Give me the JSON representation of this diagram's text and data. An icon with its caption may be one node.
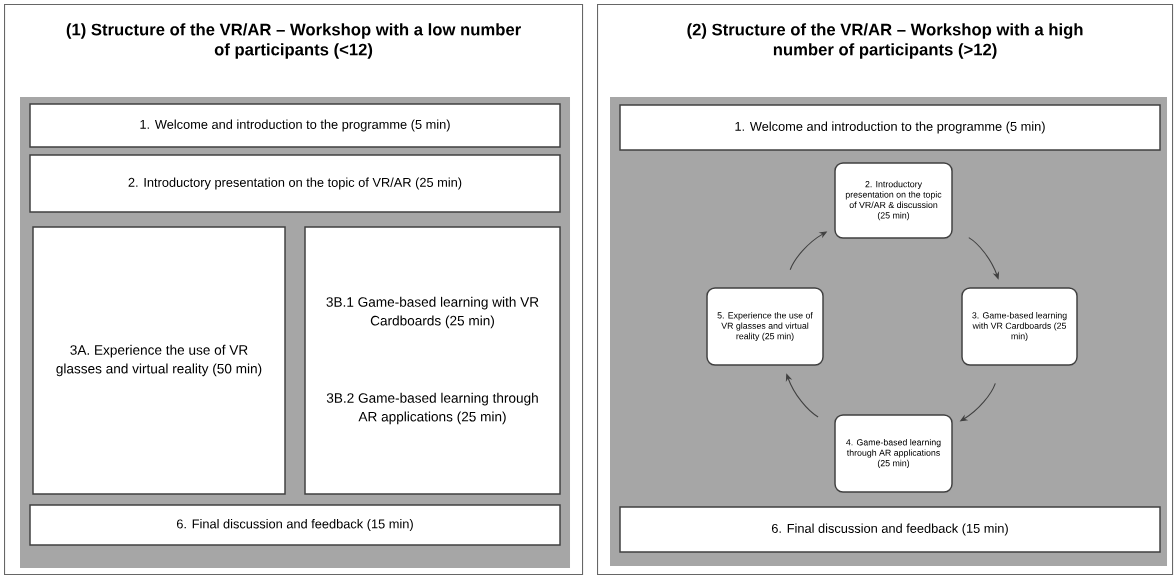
{
  "diagram": {
    "nodes": [
      {
        "text": [
          "(1) Structure of the VR/AR – Workshop with a low number of participants (<12)"
        ]
      },
      {
        "text": [
          "1. Welcome and introduction to the programme (5 min)"
        ],
        "in": 0
      },
      {
        "text": [
          "2. Introductory presentation on the topic of VR/AR (25 min)"
        ],
        "in": 0
      },
      {
        "text": [
          "3A. Experience the use of VR glasses and virtual reality (50 min)"
        ],
        "in": 0
      },
      {
        "text": [
          "3B.1 Game-based learning with VR Cardboards (25 min)",
          "3B.2 Game-based learning through AR applications (25 min)"
        ],
        "in": 0
      },
      {
        "text": [
          "6. Final discussion and feedback (15 min)"
        ],
        "in": 0
      },
      {
        "text": [
          "(2) Structure of the VR/AR – Workshop with a high number of participants (>12)"
        ]
      },
      {
        "text": [
          "1. Welcome and introduction to the programme (5 min)"
        ],
        "in": 6
      },
      {
        "text": [
          "2. Introductory presentation on the topic of VR/AR & discussion (25 min)"
        ],
        "in": 6
      },
      {
        "text": [
          "3. Game-based learning with VR Cardboards (25 min)"
        ],
        "in": 6
      },
      {
        "text": [
          "4. Game-based learning through AR applications (25 min)"
        ],
        "in": 6
      },
      {
        "text": [
          "5. Experience the use of VR glasses and virtual reality (25 min)"
        ],
        "in": 6
      },
      {
        "text": [
          "6. Final discussion and feedback (15 min)"
        ],
        "in": 6
      }
    ],
    "edges": [
      {
        "from": 8,
        "to": 9,
        "arrow": "to"
      },
      {
        "from": 9,
        "to": 10,
        "arrow": "to"
      },
      {
        "from": 10,
        "to": 11,
        "arrow": "to"
      },
      {
        "from": 11,
        "to": 8,
        "arrow": "to"
      }
    ]
  }
}
